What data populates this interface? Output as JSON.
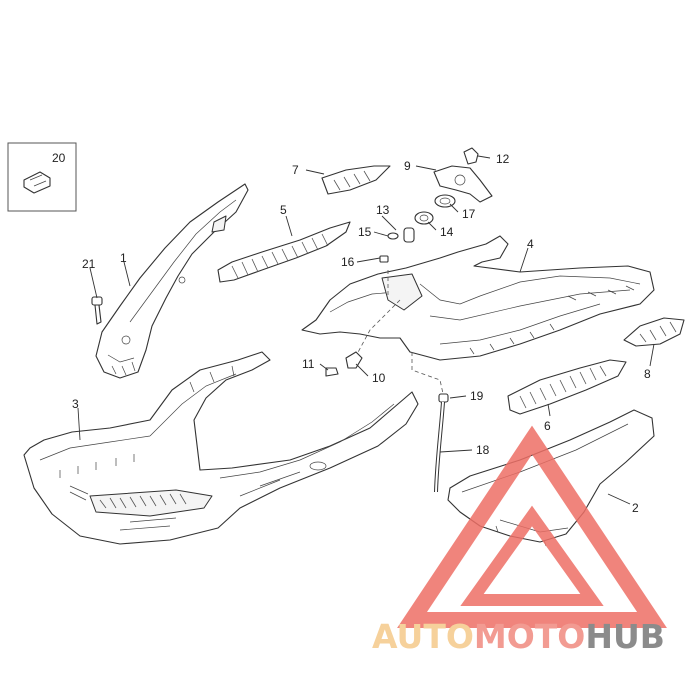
{
  "callouts": [
    "1",
    "2",
    "3",
    "4",
    "5",
    "6",
    "7",
    "8",
    "9",
    "10",
    "11",
    "12",
    "13",
    "14",
    "15",
    "16",
    "17",
    "18",
    "19",
    "20",
    "21"
  ],
  "watermark": {
    "part1": "AUTO",
    "part2": "MOTO",
    "part3": "HUB",
    "color_auto": "#f5c98a",
    "color_moto": "#f08a80",
    "color_hub": "#777777",
    "triangle_color": "#ee6f66"
  }
}
